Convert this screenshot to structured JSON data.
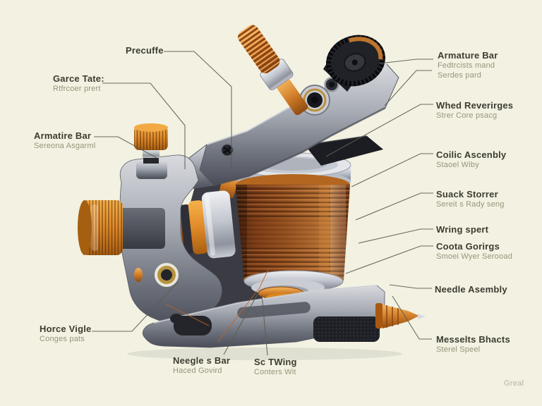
{
  "colors": {
    "background": "#f2f1e2",
    "steel": "#9aa0ab",
    "steel_dark": "#474a54",
    "copper_coil": "#8a4a1e",
    "copper_bright": "#d9861f",
    "orange_knob": "#e08a28",
    "black_part": "#1c1d23",
    "leader_line": "#5c5d4f",
    "title_text": "#3c3c31",
    "sub_text": "#97957b",
    "watermark_text": "#b5b4a4"
  },
  "callouts": {
    "precuffe": {
      "title": "Precuffe"
    },
    "garce_tate": {
      "title": "Garce Tate:",
      "sub": "Rtfrcoer prert"
    },
    "armature_bar_left": {
      "title": "Armatire Bar",
      "sub": "Sereona Asgarml"
    },
    "horce_vigle": {
      "title": "Horce Vigle",
      "sub": "Conges pats"
    },
    "neegles_bar": {
      "title": "Neegle s Bar",
      "sub": "Haced Govird"
    },
    "sc_twing": {
      "title": "Sc TWing",
      "sub": "Conters Wit"
    },
    "armature_bar_right": {
      "title": "Armature Bar",
      "sub": "Fedtrcists mand",
      "sub2": "Serdes pard"
    },
    "whed_reverirges": {
      "title": "Whed Reverirges",
      "sub": "Strer Core psacg"
    },
    "coilic_ascenbly": {
      "title": "Coilic Ascenbly",
      "sub": "Staoel Wiby"
    },
    "suack_storrer": {
      "title": "Suack Storrer",
      "sub": "Sereit s Rady seng"
    },
    "wring_spert": {
      "title": "Wring spert"
    },
    "coota_gorirgs": {
      "title": "Coota Gorirgs",
      "sub": "Smoei Wyer Serooad"
    },
    "needle_asembly": {
      "title": "Needle Asembly"
    },
    "messelts_bhacts": {
      "title": "Messelts Bhacts",
      "sub": "Sterel Speel"
    }
  },
  "watermark": "Greal"
}
